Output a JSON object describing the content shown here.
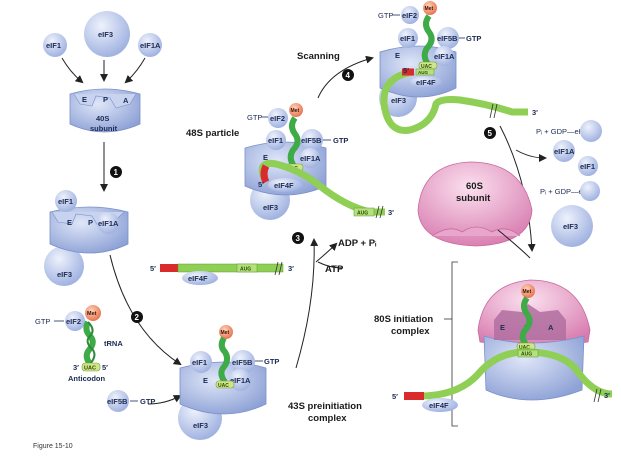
{
  "labels": {
    "eIF3_top": "eIF3",
    "eIF1_top": "eIF1",
    "eIF1A_top": "eIF1A",
    "site_E": "E",
    "site_P": "P",
    "site_A": "A",
    "subunit_40S": "40S",
    "subunit_40S_line2": "subunit",
    "eIF1_mid": "eIF1",
    "eIF1A_mid": "eIF1A",
    "eIF3_mid": "eIF3",
    "gtp_eif2": "GTP",
    "eif2": "eIF2",
    "met": "Met",
    "trna": "tRNA",
    "three_prime": "3′",
    "five_prime": "5′",
    "uac": "UAC",
    "anticodon": "Anticodon",
    "eif5b": "eIF5B",
    "gtp": "GTP",
    "particle_48s": "48S particle",
    "eif4f": "eIF4F",
    "aug": "AUG",
    "atp": "ATP",
    "adp_pi": "ADP + Pᵢ",
    "scanning": "Scanning",
    "complex_43s": "43S preinitiation",
    "complex_43s_line2": "complex",
    "subunit_60s": "60S",
    "subunit_60s_line2": "subunit",
    "release_1": "Pᵢ + GDP—eIF5B",
    "release_eif1a": "eIF1A",
    "release_eif1": "eIF1",
    "release_2": "Pᵢ + GDP—eIF2",
    "release_eif3": "eIF3",
    "complex_80s": "80S initiation",
    "complex_80s_line2": "complex",
    "figure_caption": "Figure 15-10"
  },
  "steps": [
    "1",
    "2",
    "3",
    "4",
    "5"
  ],
  "colors": {
    "ribosome_blue": "#a9b9e3",
    "ribosome_dark": "#6f86c4",
    "factor_blue": "#b8c6ea",
    "trna_green": "#3faa48",
    "mrna_green": "#8fcf55",
    "cap_red": "#d92b2b",
    "large_subunit_pink": "#ec9dc8",
    "met_orange": "#f0906a"
  }
}
